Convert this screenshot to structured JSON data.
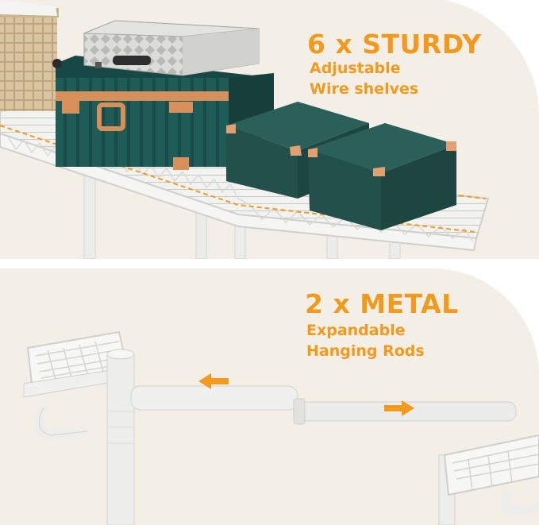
{
  "colors": {
    "accent": "#f39a1e",
    "background": "#f4efe6",
    "luggage_green": "#1e5a56",
    "box_green": "#23504a",
    "copper": "#d9905a",
    "silver_case": "#d9d9d6",
    "wicker": "#d8c3a2",
    "wire_white": "#eeeeee"
  },
  "panels": [
    {
      "headline": "6 x STURDY",
      "subtitle_lines": [
        "Adjustable",
        "Wire shelves"
      ]
    },
    {
      "headline": "2 x METAL",
      "subtitle_lines": [
        "Expandable",
        "Hanging Rods"
      ],
      "arrows": [
        "arrow-left-icon",
        "arrow-right-icon"
      ]
    }
  ]
}
